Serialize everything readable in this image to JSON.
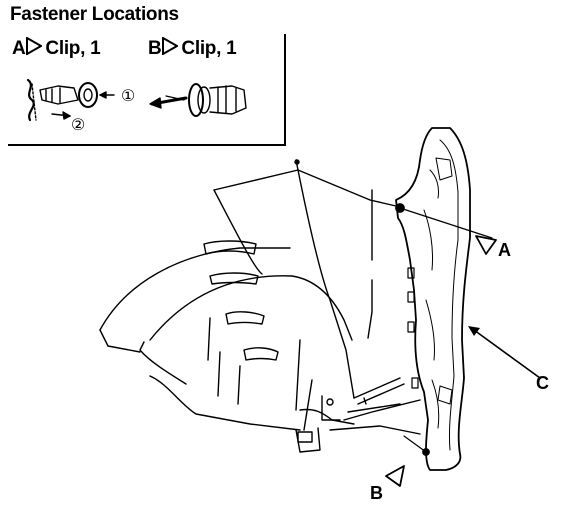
{
  "title": "Fastener Locations",
  "legend": {
    "a": {
      "letter": "A",
      "text": "Clip, 1"
    },
    "b": {
      "letter": "B",
      "text": "Clip, 1"
    },
    "steps": [
      "①",
      "②"
    ]
  },
  "callouts": {
    "a": "A",
    "b": "B",
    "c": "C"
  }
}
